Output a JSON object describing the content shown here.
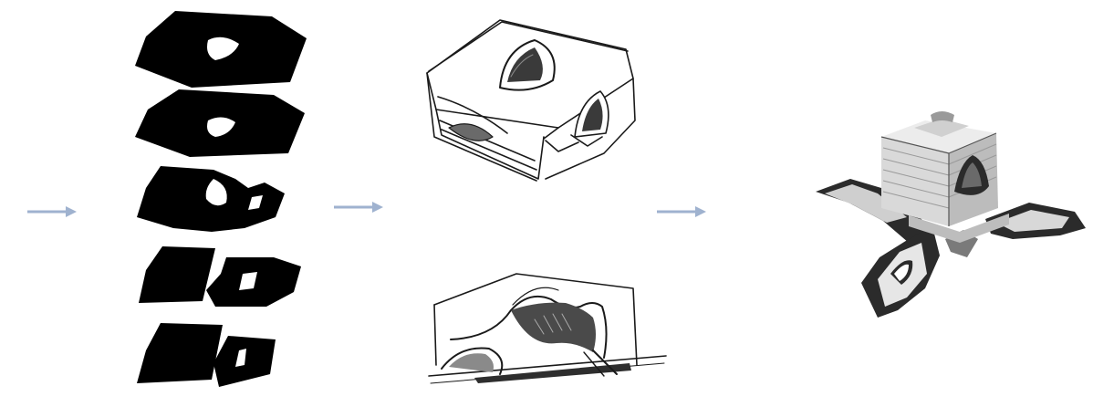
{
  "diagram": {
    "stages": [
      {
        "id": "layer-stack",
        "layers": 5
      },
      {
        "id": "concept-sketches",
        "sketches": 2
      },
      {
        "id": "final-model"
      }
    ],
    "arrows": 3,
    "colors": {
      "arrow": "#9fb2cf",
      "ink": "#000000",
      "sketch_line": "#1a1a1a",
      "shade_dark": "#3a3a3a",
      "shade_mid": "#8a8a8a",
      "model_light": "#e6e6e6",
      "model_dark": "#2b2b2b",
      "background": "#ffffff"
    }
  }
}
